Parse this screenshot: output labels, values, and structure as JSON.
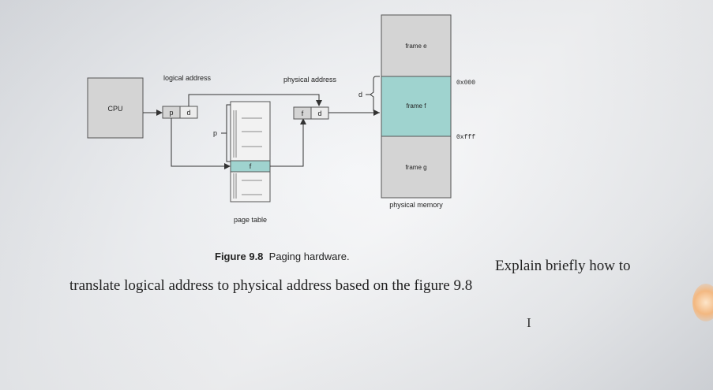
{
  "diagram": {
    "cpu_label": "CPU",
    "logical_address_label": "logical address",
    "physical_address_label": "physical address",
    "logical_p": "p",
    "logical_d": "d",
    "physical_f": "f",
    "physical_d": "d",
    "p_pointer_label": "p",
    "d_brace_label": "d",
    "page_table_entry": "f",
    "page_table_label": "page table",
    "physical_memory_label": "physical memory",
    "frames": [
      "frame e",
      "frame f",
      "frame g"
    ],
    "addr_start": "0x000",
    "addr_end": "0xfff",
    "colors": {
      "highlight": "#9fd3cf",
      "box_stroke": "#555555",
      "arrow": "#333333"
    }
  },
  "caption": {
    "figure_number": "Figure 9.8",
    "figure_title": "Paging hardware."
  },
  "question": {
    "line1": "Explain briefly how to",
    "line2": "translate logical address to physical address based on the figure 9.8"
  },
  "cursor": {
    "glyph": "I"
  }
}
